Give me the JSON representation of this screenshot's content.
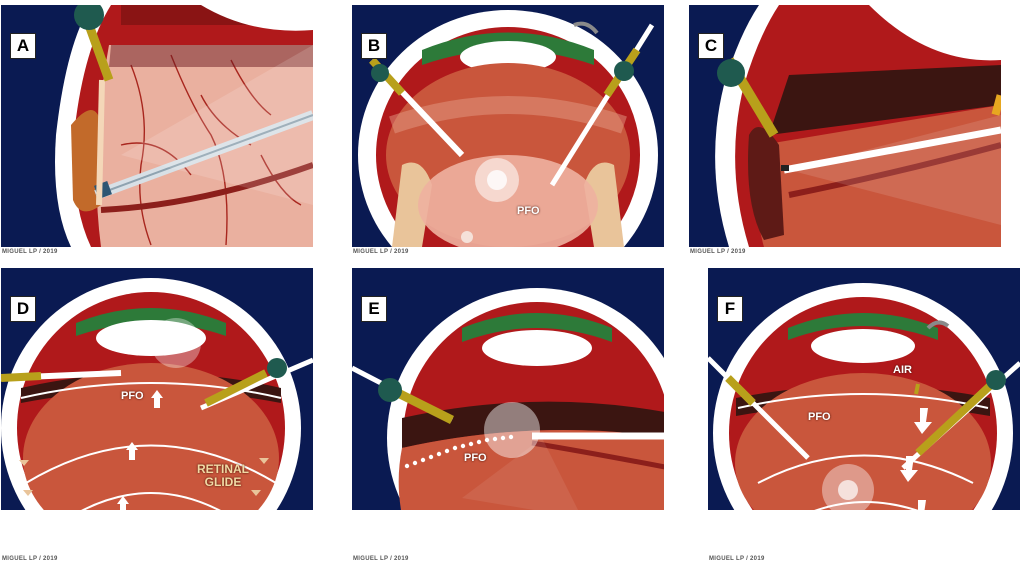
{
  "panels": [
    {
      "letter": "A",
      "credit": "MIGUEL LP / 2019"
    },
    {
      "letter": "B",
      "credit": "MIGUEL LP / 2019",
      "labels": [
        "PFO"
      ]
    },
    {
      "letter": "C",
      "credit": "MIGUEL LP / 2019"
    },
    {
      "letter": "D",
      "credit": "MIGUEL LP / 2019",
      "labels": [
        "PFO",
        "RETINAL GLIDE"
      ]
    },
    {
      "letter": "E",
      "credit": "MIGUEL LP / 2019",
      "labels": [
        "PFO"
      ]
    },
    {
      "letter": "F",
      "credit": "MIGUEL LP / 2019",
      "labels": [
        "AIR",
        "PFO"
      ]
    }
  ],
  "colors": {
    "background": "#0a1a52",
    "sclera": "#ffffff",
    "choroid": "#b0191b",
    "retina": "#c9563c",
    "pfo_band": "#3b1511",
    "lens": "#ffffff",
    "iris_green": "#2d7a39"
  }
}
